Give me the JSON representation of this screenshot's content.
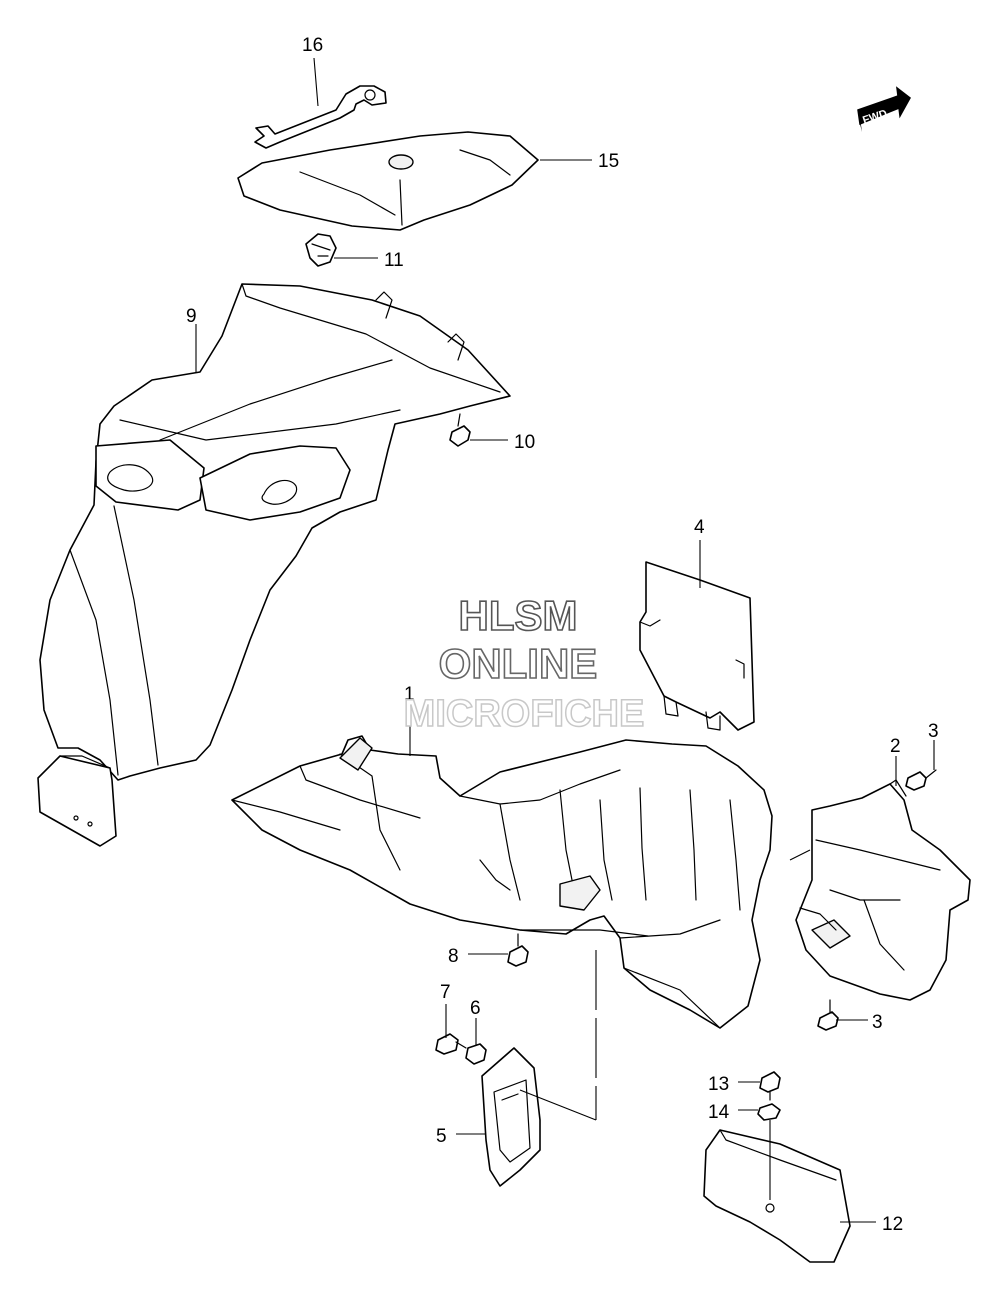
{
  "callouts": {
    "c16": "16",
    "c15": "15",
    "c11": "11",
    "c9": "9",
    "c10": "10",
    "c4": "4",
    "c1": "1",
    "c2": "2",
    "c3a": "3",
    "c3b": "3",
    "c8": "8",
    "c7": "7",
    "c6": "6",
    "c5": "5",
    "c13": "13",
    "c14": "14",
    "c12": "12"
  },
  "direction_marker": "FWD",
  "watermark": {
    "line1": "HLSM",
    "line2": "ONLINE",
    "line3": "MICROFICHE"
  }
}
